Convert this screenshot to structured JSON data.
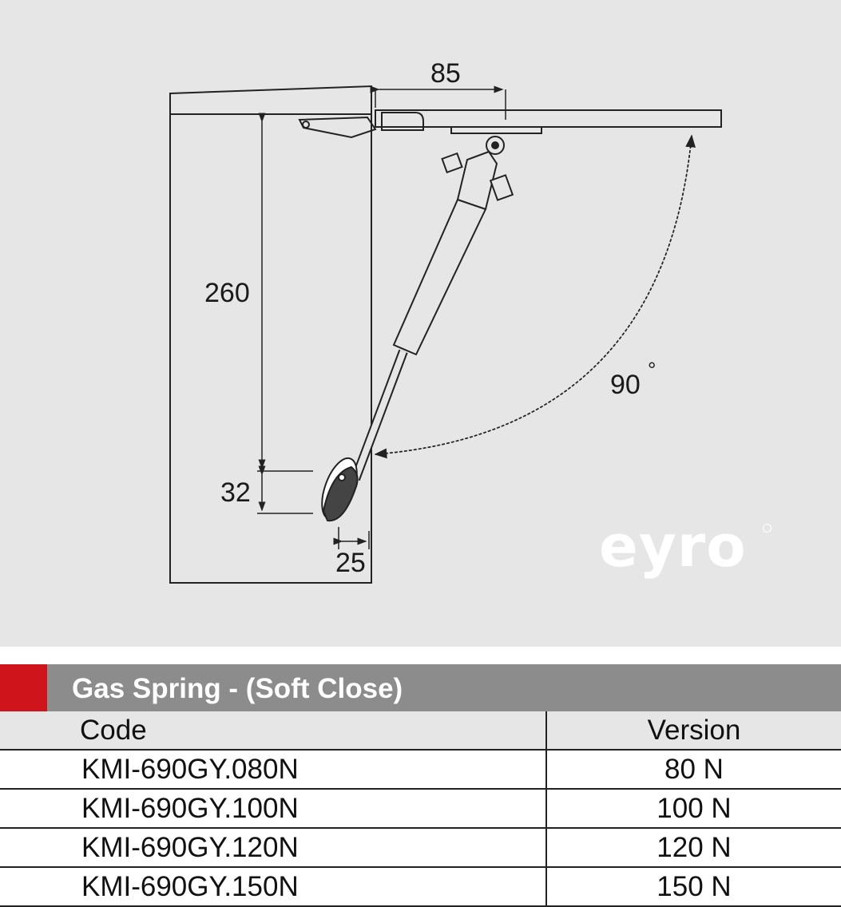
{
  "drawing": {
    "dim_top": "85",
    "dim_height": "260",
    "dim_offset": "32",
    "dim_depth": "25",
    "angle": "90",
    "angle_unit": "°"
  },
  "brand": {
    "logo_text": "eyro"
  },
  "product": {
    "title": "Gas Spring - (Soft Close)",
    "accent_color": "#d0141b"
  },
  "table": {
    "headers": [
      "Code",
      "Version"
    ],
    "rows": [
      {
        "code": "KMI-690GY.080N",
        "version": "80 N"
      },
      {
        "code": "KMI-690GY.100N",
        "version": "100 N"
      },
      {
        "code": "KMI-690GY.120N",
        "version": "120 N"
      },
      {
        "code": "KMI-690GY.150N",
        "version": "150 N"
      }
    ]
  }
}
